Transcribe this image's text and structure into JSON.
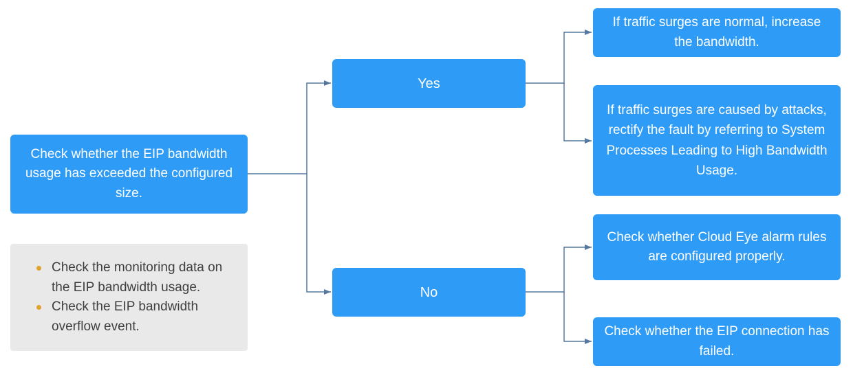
{
  "diagram": {
    "root": {
      "label": "Check whether the EIP bandwidth usage has exceeded the configured size."
    },
    "note": {
      "items": [
        "Check the monitoring data on the EIP bandwidth usage.",
        "Check the EIP bandwidth overflow event."
      ]
    },
    "branches": [
      {
        "label": "Yes"
      },
      {
        "label": "No"
      }
    ],
    "outcomes": [
      {
        "label": "If traffic surges are normal, increase the bandwidth."
      },
      {
        "label": "If traffic surges are caused by attacks, rectify the fault by referring to System Processes Leading to High Bandwidth Usage."
      },
      {
        "label": "Check whether Cloud Eye alarm rules are configured properly."
      },
      {
        "label": "Check whether the EIP connection has failed."
      }
    ],
    "colors": {
      "node_fill": "#2E9BF6",
      "node_text": "#FFFFFF",
      "note_fill": "#E9E9E9",
      "note_text": "#3F3F3F",
      "bullet": "#DFA32E",
      "connector": "#54789E"
    }
  }
}
